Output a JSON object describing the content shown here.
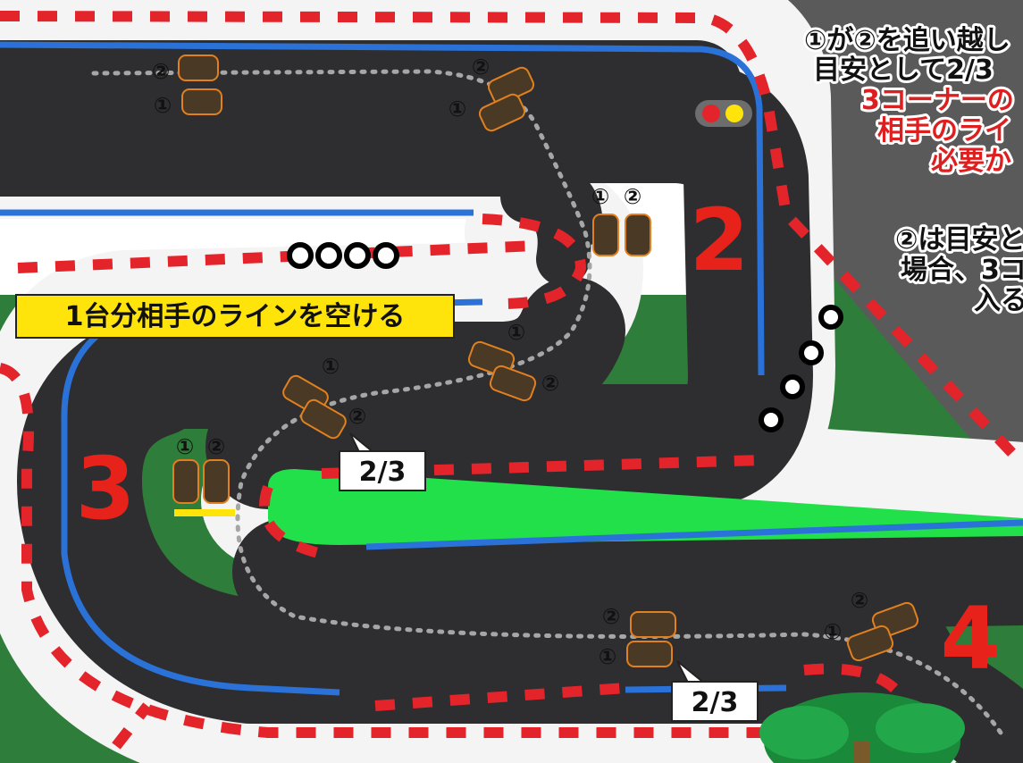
{
  "colors": {
    "asphalt": "#2e2e30",
    "grass": "#2f7d3a",
    "infield_bright": "#22e04a",
    "kerb_red": "#e3242b",
    "line_blue": "#2a72d8",
    "label_yellow": "#ffe40c",
    "corner_number": "#e6221b",
    "note_red": "#dd1f1f"
  },
  "corners": [
    {
      "number": "2"
    },
    {
      "number": "3"
    },
    {
      "number": "4"
    }
  ],
  "banner": {
    "text": "1台分相手のラインを空ける"
  },
  "callouts": [
    {
      "text": "2/3"
    },
    {
      "text": "2/3"
    }
  ],
  "markers": {
    "car_one": "①",
    "car_two": "②"
  },
  "notes": {
    "top": [
      {
        "text": "①が②を追い越し",
        "color": "black"
      },
      {
        "text": "目安として2/3",
        "color": "black"
      },
      {
        "text": "3コーナーの",
        "color": "red"
      },
      {
        "text": "相手のライ",
        "color": "red"
      },
      {
        "text": "必要か",
        "color": "red"
      }
    ],
    "middle": [
      {
        "text": "②は目安と",
        "color": "black"
      },
      {
        "text": "場合、3コ",
        "color": "black"
      },
      {
        "text": "入る",
        "color": "black"
      }
    ]
  },
  "icons": [
    "traffic-light-icon",
    "palm-tree-icon",
    "race-car-icon"
  ]
}
